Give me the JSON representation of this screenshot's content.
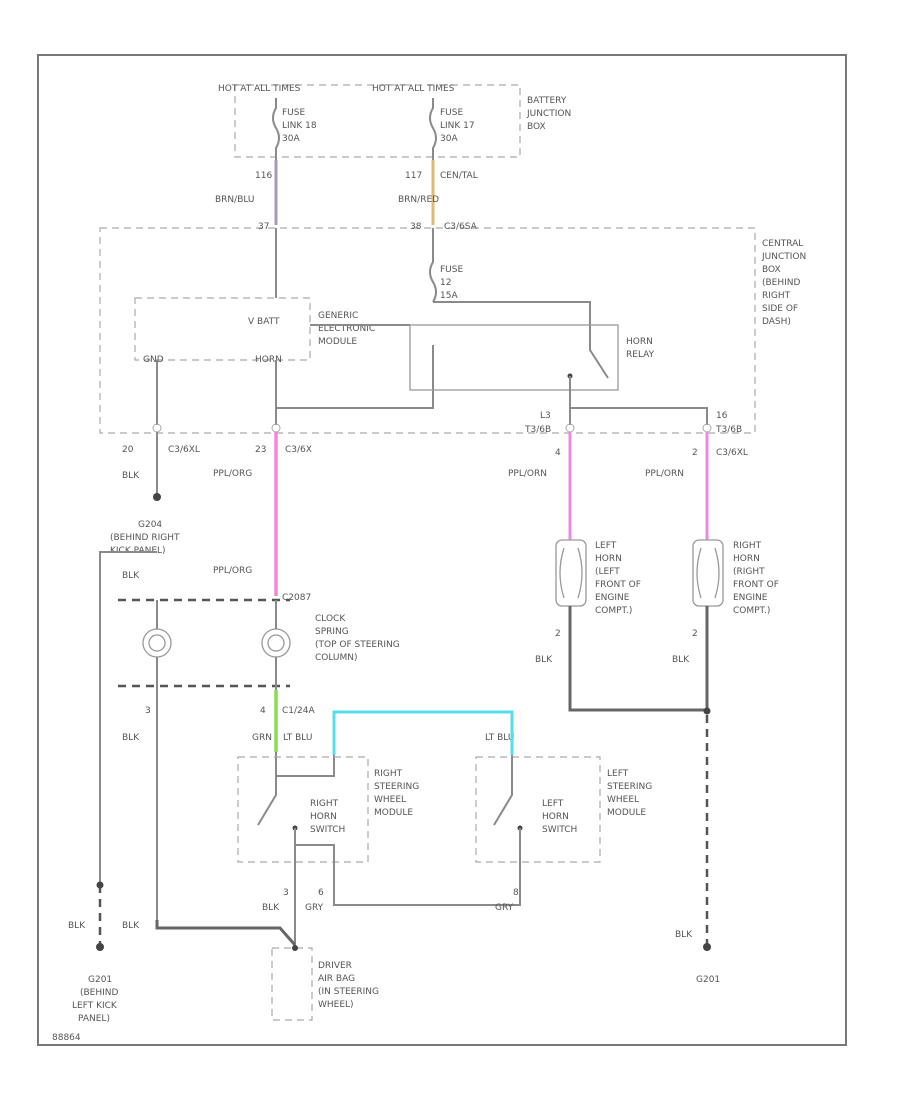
{
  "colors": {
    "frame": "#777777",
    "wire": "#8a8a8a",
    "pink": "#ee88dd",
    "tan": "#ddbb77",
    "mauve": "#aa99bb",
    "green": "#88dd55",
    "cyan": "#55ddee"
  },
  "battery_box": {
    "hot_left": "HOT AT ALL TIMES",
    "hot_right": "HOT AT ALL TIMES",
    "fuse_left": [
      "FUSE",
      "LINK 18",
      "30A"
    ],
    "fuse_right": [
      "FUSE",
      "LINK 17",
      "30A"
    ],
    "name": [
      "BATTERY",
      "JUNCTION",
      "BOX"
    ]
  },
  "wires_top": {
    "left_num": "116",
    "left_color": "BRN/BLU",
    "right_num": "117",
    "right_color": "CEN/TAL",
    "right_color2": "BRN/RED"
  },
  "cjb": {
    "pin_left": "37",
    "pin_right": "38",
    "conn_right": "C3/6SA",
    "fuse": [
      "FUSE",
      "12",
      "15A"
    ],
    "name": [
      "CENTRAL",
      "JUNCTION",
      "BOX",
      "(BEHIND",
      "RIGHT",
      "SIDE OF",
      "DASH)"
    ]
  },
  "gem": {
    "vbatt": "V BATT",
    "name": [
      "GENERIC",
      "ELECTRONIC",
      "MODULE"
    ],
    "gnd": "GND",
    "horn": "HORN"
  },
  "horn_relay": [
    "HORN",
    "RELAY"
  ],
  "cjb_bottom": {
    "p1": "20",
    "c1": "C3/6XL",
    "p2": "23",
    "c2": "C3/6X",
    "p3": "L3",
    "c3": "T3/6B",
    "p4": "16",
    "c4": "T3/6B"
  },
  "left_ground": {
    "color1": "BLK",
    "id": "G204",
    "loc": [
      "(BEHIND RIGHT",
      "KICK PANEL)"
    ],
    "color2": "BLK"
  },
  "wire_labels": {
    "pplorg1": "PPL/ORG",
    "pplorg2": "PPL/ORG",
    "pplorg_lh": "PPL/ORN",
    "pplorg_rh": "PPL/ORN",
    "lh_pin": "4",
    "rh_pin": "2",
    "rh_conn": "C3/6XL",
    "blk_lh": "BLK",
    "blk_rh": "BLK",
    "lh_pin2": "2",
    "rh_pin2": "2"
  },
  "left_horn": [
    "LEFT",
    "HORN",
    "(LEFT",
    "FRONT OF",
    "ENGINE",
    "COMPT.)"
  ],
  "right_horn": [
    "RIGHT",
    "HORN",
    "(RIGHT",
    "FRONT OF",
    "ENGINE",
    "COMPT.)"
  ],
  "clockspring": {
    "conn": "C2087",
    "name": [
      "CLOCK",
      "SPRING",
      "(TOP OF STEERING",
      "COLUMN)"
    ]
  },
  "lower": {
    "pin3": "3",
    "blk": "BLK",
    "pin4": "4",
    "conn": "C1/24A",
    "grn": "GRN",
    "ltblu1": "LT BLU",
    "ltblu2": "LT BLU"
  },
  "right_module": {
    "name": [
      "RIGHT",
      "STEERING",
      "WHEEL",
      "MODULE"
    ],
    "switch": [
      "RIGHT",
      "HORN",
      "SWITCH"
    ]
  },
  "left_module": {
    "name": [
      "LEFT",
      "STEERING",
      "WHEEL",
      "MODULE"
    ],
    "switch": [
      "LEFT",
      "HORN",
      "SWITCH"
    ]
  },
  "bottom_wires": {
    "p3": "3",
    "p6": "6",
    "p8": "8",
    "blk": "BLK",
    "gry": "GRY",
    "gry2": "GRY",
    "blk_left": "BLK",
    "blk_mid": "BLK",
    "blk_right": "BLK"
  },
  "airbag": [
    "DRIVER",
    "AIR BAG",
    "(IN STEERING",
    "WHEEL)"
  ],
  "g201": {
    "id": "G201",
    "loc": [
      "(BEHIND",
      "LEFT KICK",
      "PANEL)"
    ]
  },
  "g201b": "G201",
  "footer_id": "88864"
}
